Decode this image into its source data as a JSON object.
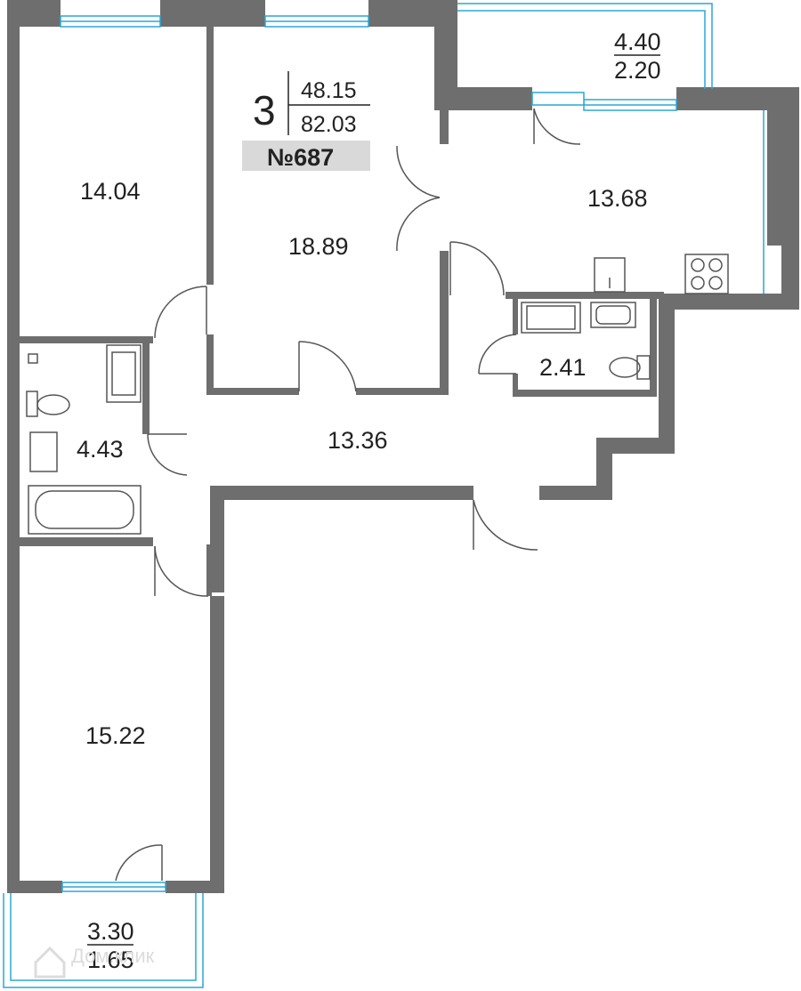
{
  "info": {
    "rooms_count": "3",
    "living_area": "48.15",
    "total_area": "82.03",
    "apartment_number": "№687"
  },
  "rooms": {
    "bedroom_top_left": "14.04",
    "living_room": "18.89",
    "kitchen": "13.68",
    "bathroom": "4.43",
    "wc": "2.41",
    "hallway": "13.36",
    "bedroom_bottom": "15.22"
  },
  "balconies": {
    "top": {
      "total": "4.40",
      "reduced": "2.20"
    },
    "bottom": {
      "total": "3.30",
      "reduced": "1.65"
    }
  },
  "watermark": "Дом.клик",
  "colors": {
    "wall": "#6e6e6e",
    "window": "#2aa7d6",
    "badge": "#d9d9d9"
  }
}
